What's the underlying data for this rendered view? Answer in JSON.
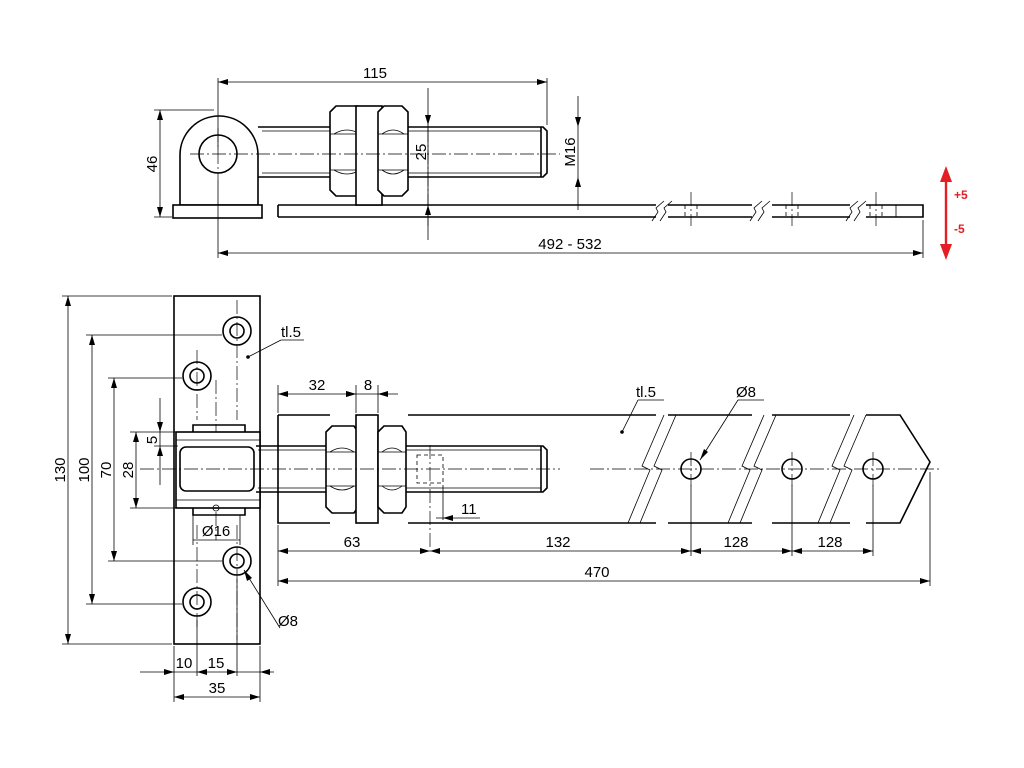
{
  "side_view": {
    "dim_overall_length": "115",
    "dim_height": "46",
    "dim_offset": "25",
    "dim_thread": "M16",
    "dim_strap_length": "492 - 532",
    "adjust_plus": "+5",
    "adjust_minus": "-5"
  },
  "front_view": {
    "plate_height": "130",
    "hole_pitch_outer": "100",
    "hole_pitch_inner": "70",
    "eye_width": "28",
    "eye_offset": "5",
    "pin_diameter": "Ø16",
    "hole_diameter_plate": "Ø8",
    "plate_edge_offset": "10",
    "plate_hole_offset": "15",
    "plate_width": "35",
    "plate_thickness": "tl.5",
    "nut_offset": "32",
    "nut_width": "8",
    "bolt_end": "11",
    "strap_thickness": "tl.5",
    "hole_diameter_strap": "Ø8",
    "seg_1": "63",
    "seg_2": "132",
    "seg_3": "128",
    "seg_4": "128",
    "strap_length": "470"
  },
  "colors": {
    "adjust_arrow": "#e31e24",
    "line": "#000000"
  }
}
